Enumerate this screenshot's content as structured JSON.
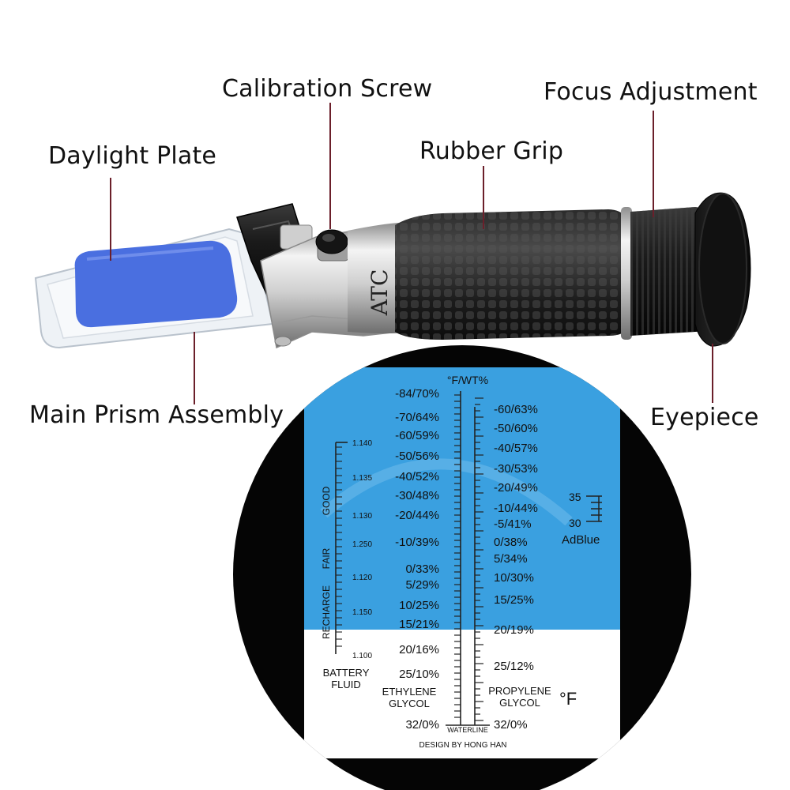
{
  "callouts": {
    "calibration_screw": "Calibration Screw",
    "focus_adjustment": "Focus Adjustment",
    "daylight_plate": "Daylight Plate",
    "rubber_grip": "Rubber Grip",
    "main_prism_assembly": "Main Prism Assembly",
    "eyepiece": "Eyepiece"
  },
  "body_marking": "ATC",
  "scale": {
    "header": "°F/WT%",
    "ethylene_labels": [
      "-84/70%",
      "-70/64%",
      "-60/59%",
      "-50/56%",
      "-40/52%",
      "-30/48%",
      "-20/44%",
      "-10/39%",
      "0/33%",
      "5/29%",
      "10/25%",
      "15/21%",
      "20/16%",
      "25/10%",
      "32/0%"
    ],
    "propylene_labels": [
      "-60/63%",
      "-50/60%",
      "-40/57%",
      "-30/53%",
      "-20/49%",
      "-10/44%",
      "-5/41%",
      "0/38%",
      "5/34%",
      "10/30%",
      "15/25%",
      "20/19%",
      "25/12%",
      "32/0%"
    ],
    "battery_labels": [
      "1.140",
      "1.135",
      "1.130",
      "1.250",
      "1.120",
      "1.150",
      "1.100"
    ],
    "battery_zones": [
      "GOOD",
      "FAIR",
      "RECHARGE"
    ],
    "battery_title_1": "BATTERY",
    "battery_title_2": "FLUID",
    "ethylene_title_1": "ETHYLENE",
    "ethylene_title_2": "GLYCOL",
    "propylene_title_1": "PROPYLENE",
    "propylene_title_2": "GLYCOL",
    "unit": "°F",
    "waterline": "WATERLINE",
    "adblue_labels": [
      "35",
      "30"
    ],
    "adblue_title": "AdBlue",
    "credit": "DESIGN BY HONG HAN"
  },
  "colors": {
    "scale_blue": "#3aa0e0",
    "scale_white": "#ffffff",
    "lens_black": "#050505",
    "daylight_plate_blue": "#4a6fe0",
    "leader_line": "#6b1f2a"
  }
}
